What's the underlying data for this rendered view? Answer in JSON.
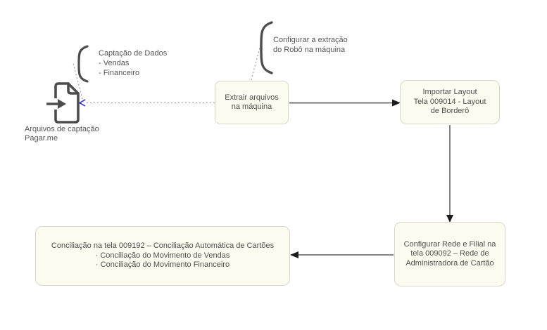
{
  "page": {
    "background": "#ffffff"
  },
  "colors": {
    "node_fill": "#fcfbef",
    "node_border": "#d7d7c9",
    "text": "#4f4f4f",
    "connector_gray": "#7a7a7a",
    "arrowhead_black": "#1c1c1c",
    "dotted_gray": "#9c9c9c",
    "annotation_arrow_blue": "#3b3bcd",
    "icon_stroke": "#4d4d4d"
  },
  "source": {
    "icon": "file-import-icon",
    "label_lines": [
      "Arquivos de captação",
      "Pagar.me"
    ]
  },
  "annotations": {
    "captacao": {
      "icon": "curly-brace-icon",
      "lines": [
        "Captação de Dados",
        "- Vendas",
        "- Financeiro"
      ]
    },
    "robo": {
      "icon": "curly-brace-icon",
      "lines": [
        "Configurar a extração",
        "do Robô na máquina"
      ]
    }
  },
  "nodes": {
    "extrair": {
      "lines": [
        "Extrair arquivos",
        "na máquina"
      ]
    },
    "importar": {
      "lines": [
        "Importar Layout",
        "Tela 009014 - Layout",
        "de Borderô"
      ]
    },
    "configurar_rede": {
      "lines": [
        "Configurar Rede e Filial na",
        "tela 009092 – Rede de",
        "Administradora de Cartão"
      ]
    },
    "conciliacao": {
      "lines": [
        "Conciliação na tela 009192 – Conciliação Automática de Cartões",
        "· Conciliação do Movimento de Vendas",
        "· Conciliação do Movimento Financeiro"
      ]
    }
  },
  "connectors": {
    "extrair_to_arquivos": {
      "style": "dotted",
      "arrow_color": "blue",
      "direction": "left"
    },
    "extrair_to_importar": {
      "style": "solid",
      "arrow_color": "black",
      "direction": "right"
    },
    "importar_to_configurar": {
      "style": "solid",
      "arrow_color": "black",
      "direction": "down"
    },
    "configurar_to_conciliacao": {
      "style": "solid",
      "arrow_color": "black",
      "direction": "left"
    },
    "captacao_note_link": {
      "style": "dotted"
    },
    "robo_note_link": {
      "style": "dotted"
    }
  }
}
